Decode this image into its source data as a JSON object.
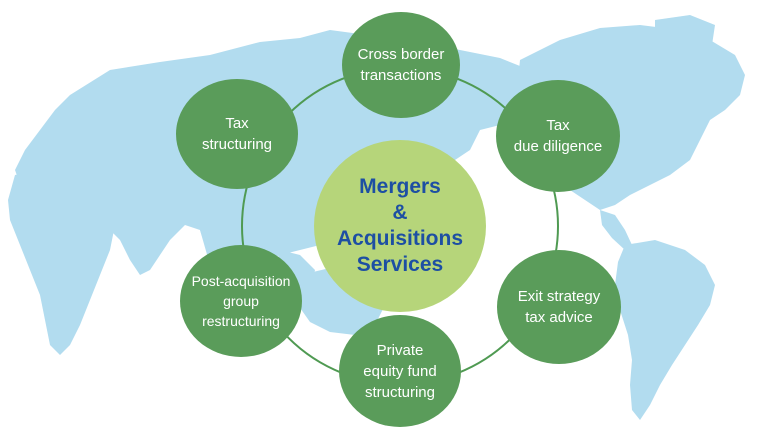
{
  "colors": {
    "map": "#b2dcef",
    "ring": "#4f9a52",
    "node": "#5a9c5a",
    "center_fill": "#b6d57a",
    "center_text": "#1d4fa3"
  },
  "center": {
    "label": "Mergers\n&\nAcquisitions\nServices"
  },
  "services": [
    {
      "id": "cross-border",
      "label": "Cross border\ntransactions"
    },
    {
      "id": "tax-due-diligence",
      "label": "Tax\ndue diligence"
    },
    {
      "id": "exit-strategy",
      "label": "Exit strategy\ntax advice"
    },
    {
      "id": "private-equity",
      "label": "Private\nequity fund\nstructuring"
    },
    {
      "id": "post-acquisition",
      "label": "Post-acquisition\ngroup\nrestructuring"
    },
    {
      "id": "tax-structuring",
      "label": "Tax\nstructuring"
    }
  ]
}
